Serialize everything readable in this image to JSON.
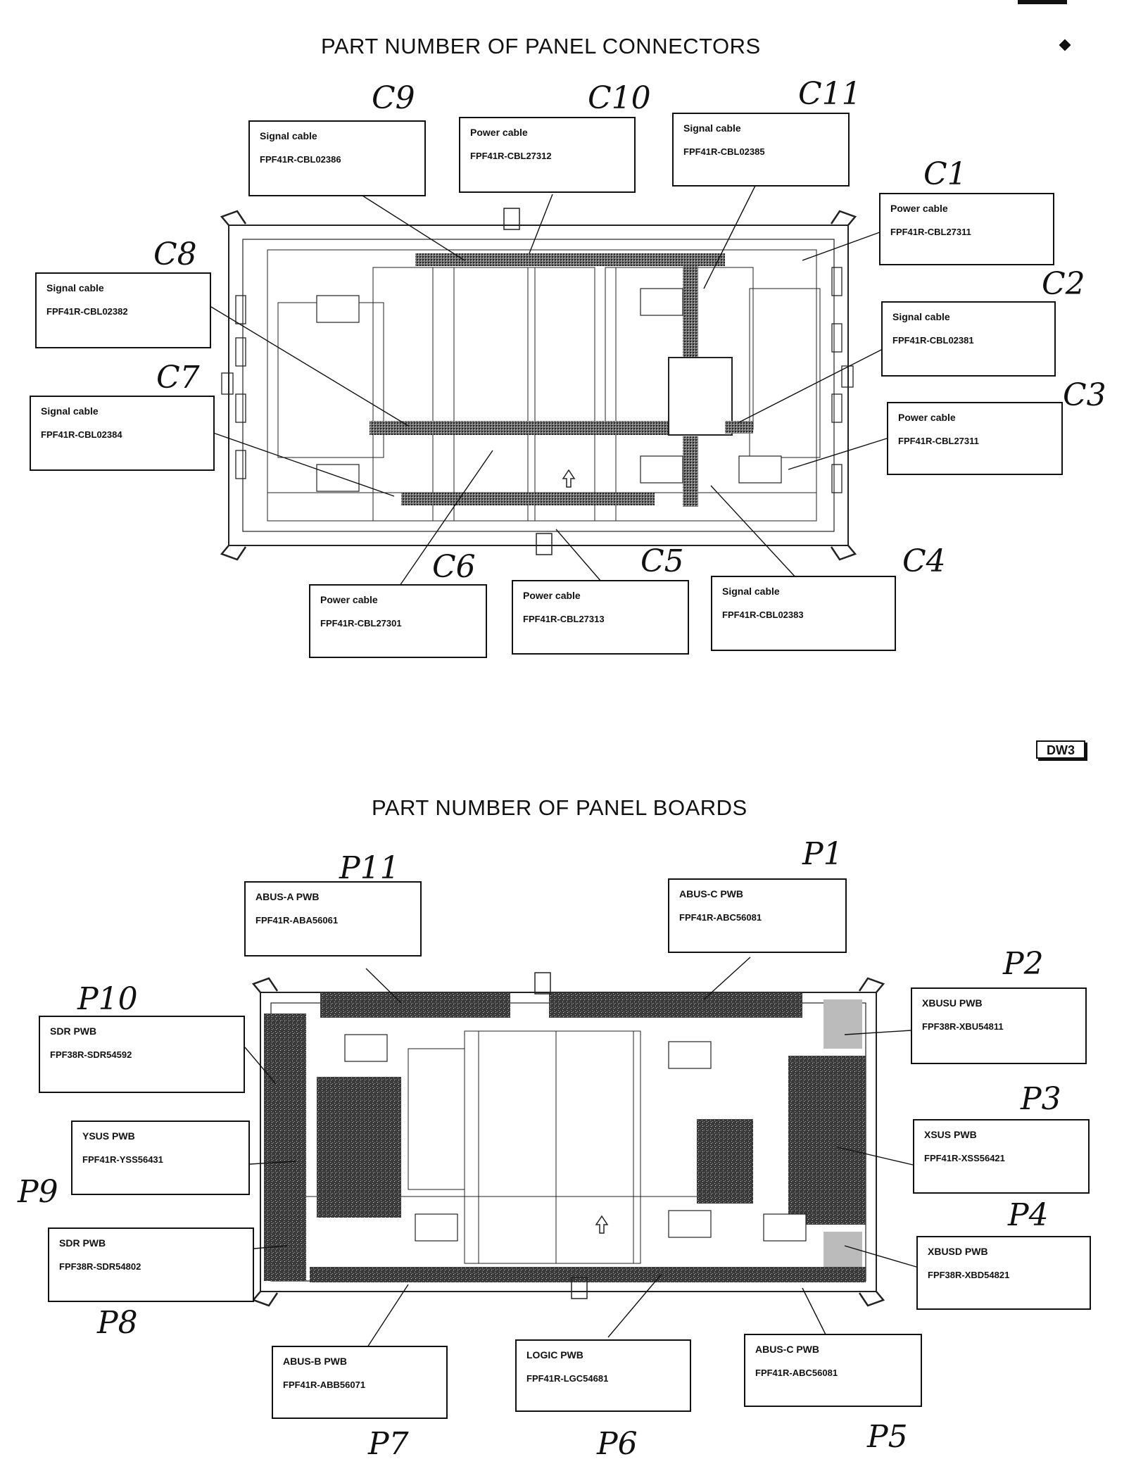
{
  "connectors": {
    "title": "PART NUMBER OF PANEL CONNECTORS",
    "items": [
      {
        "id": "C9",
        "line1": "Signal cable",
        "line2": "FPF41R-CBL02386"
      },
      {
        "id": "C10",
        "line1": "Power cable",
        "line2": "FPF41R-CBL27312"
      },
      {
        "id": "C11",
        "line1": "Signal cable",
        "line2": "FPF41R-CBL02385"
      },
      {
        "id": "C1",
        "line1": "Power cable",
        "line2": "FPF41R-CBL27311"
      },
      {
        "id": "C2",
        "line1": "Signal cable",
        "line2": "FPF41R-CBL02381"
      },
      {
        "id": "C3",
        "line1": "Power cable",
        "line2": "FPF41R-CBL27311"
      },
      {
        "id": "C4",
        "line1": "Signal cable",
        "line2": "FPF41R-CBL02383"
      },
      {
        "id": "C5",
        "line1": "Power cable",
        "line2": "FPF41R-CBL27313"
      },
      {
        "id": "C6",
        "line1": "Power cable",
        "line2": "FPF41R-CBL27301"
      },
      {
        "id": "C7",
        "line1": "Signal cable",
        "line2": "FPF41R-CBL02384"
      },
      {
        "id": "C8",
        "line1": "Signal cable",
        "line2": "FPF41R-CBL02382"
      }
    ]
  },
  "page_tag": "DW3",
  "boards": {
    "title": "PART NUMBER OF PANEL BOARDS",
    "items": [
      {
        "id": "P11",
        "line1": "ABUS-A PWB",
        "line2": "FPF41R-ABA56061"
      },
      {
        "id": "P1",
        "line1": "ABUS-C PWB",
        "line2": "FPF41R-ABC56081"
      },
      {
        "id": "P2",
        "line1": "XBUSU PWB",
        "line2": "FPF38R-XBU54811"
      },
      {
        "id": "P3",
        "line1": "XSUS PWB",
        "line2": "FPF41R-XSS56421"
      },
      {
        "id": "P4",
        "line1": "XBUSD PWB",
        "line2": "FPF38R-XBD54821"
      },
      {
        "id": "P5",
        "line1": "ABUS-C PWB",
        "line2": "FPF41R-ABC56081"
      },
      {
        "id": "P6",
        "line1": "LOGIC PWB",
        "line2": "FPF41R-LGC54681"
      },
      {
        "id": "P7",
        "line1": "ABUS-B PWB",
        "line2": "FPF41R-ABB56071"
      },
      {
        "id": "P8",
        "line1": "SDR PWB",
        "line2": "FPF38R-SDR54802"
      },
      {
        "id": "P9",
        "line1": "YSUS PWB",
        "line2": "FPF41R-YSS56431"
      },
      {
        "id": "P10",
        "line1": "SDR PWB",
        "line2": "FPF38R-SDR54592"
      }
    ]
  }
}
